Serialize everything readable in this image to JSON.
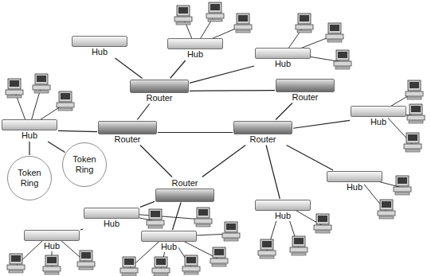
{
  "diagram": {
    "nodes": [
      {
        "text": [
          "Hub"
        ]
      },
      {
        "text": [
          "Hub"
        ]
      },
      {
        "text": [
          "Hub"
        ]
      },
      {
        "text": [
          "Router"
        ]
      },
      {
        "text": [
          "Router"
        ]
      },
      {
        "text": [
          "Hub"
        ]
      },
      {
        "text": [
          "Router"
        ]
      },
      {
        "text": [
          "Router"
        ]
      },
      {
        "text": [
          "Hub"
        ]
      },
      {
        "text": [
          "Token Ring"
        ]
      },
      {
        "text": [
          "Token Ring"
        ]
      },
      {
        "text": [
          "Hub"
        ]
      },
      {
        "text": [
          "Router"
        ]
      },
      {
        "text": [
          "Hub"
        ]
      },
      {
        "text": [
          "Hub"
        ]
      },
      {
        "text": [
          "Hub"
        ]
      },
      {
        "text": [
          "Hub"
        ]
      }
    ],
    "edges": [
      {
        "from": 0,
        "to": 3,
        "arrow": "none"
      },
      {
        "from": 1,
        "to": 3,
        "arrow": "none"
      },
      {
        "from": 2,
        "to": 3,
        "arrow": "none"
      },
      {
        "from": 3,
        "to": 4,
        "arrow": "none"
      },
      {
        "from": 3,
        "to": 6,
        "arrow": "none"
      },
      {
        "from": 4,
        "to": 7,
        "arrow": "none"
      },
      {
        "from": 6,
        "to": 7,
        "arrow": "none"
      },
      {
        "from": 5,
        "to": 6,
        "arrow": "none"
      },
      {
        "from": 6,
        "to": 12,
        "arrow": "none"
      },
      {
        "from": 7,
        "to": 12,
        "arrow": "none"
      },
      {
        "from": 7,
        "to": 8,
        "arrow": "none"
      },
      {
        "from": 7,
        "to": 11,
        "arrow": "none"
      },
      {
        "from": 7,
        "to": 13,
        "arrow": "none"
      },
      {
        "from": 5,
        "to": 10,
        "arrow": "none"
      },
      {
        "from": 5,
        "to": 9,
        "arrow": "none"
      },
      {
        "from": 12,
        "to": 14,
        "arrow": "none"
      },
      {
        "from": 12,
        "to": 16,
        "arrow": "none"
      },
      {
        "from": 14,
        "to": 15,
        "arrow": "none"
      }
    ]
  }
}
